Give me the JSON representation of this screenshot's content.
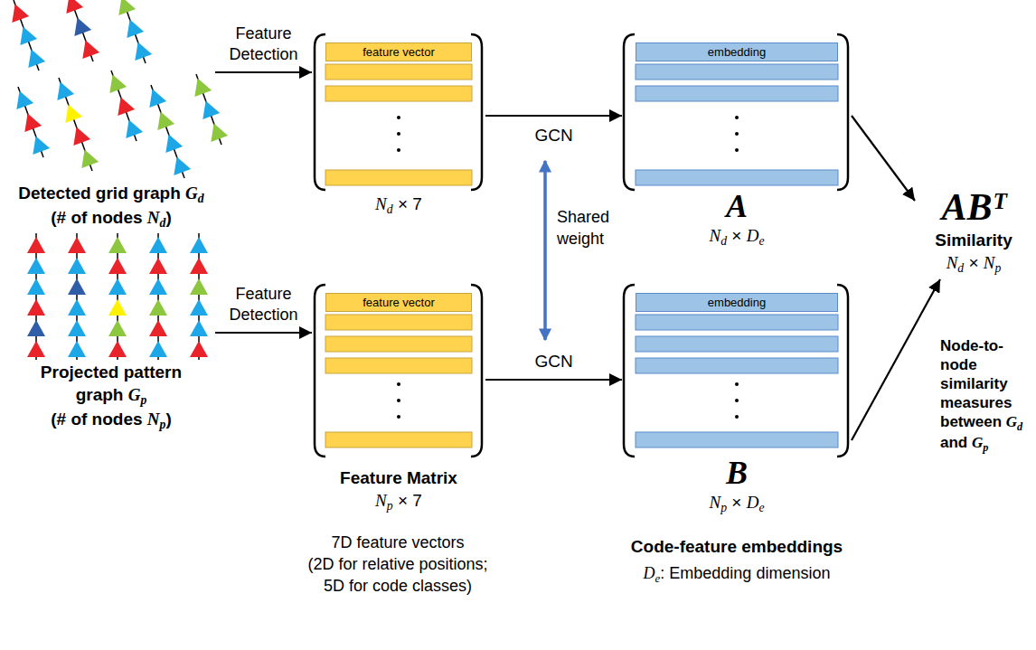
{
  "diagram": {
    "nodes": [
      {
        "text": [
          "Detected grid graph Gd (# of nodes Nd)"
        ]
      },
      {
        "text": [
          "Projected pattern graph Gp (# of nodes Np)"
        ]
      },
      {
        "text": [
          "Nd × 7"
        ]
      },
      {
        "text": [
          "feature vector"
        ],
        "in": 2
      },
      {
        "text": [
          "Feature Matrix",
          "Np × 7"
        ]
      },
      {
        "text": [
          "feature vector"
        ],
        "in": 4
      },
      {
        "text": [
          "A",
          "Nd × De"
        ]
      },
      {
        "text": [
          "embedding"
        ],
        "in": 6
      },
      {
        "text": [
          "B",
          "Np × De"
        ]
      },
      {
        "text": [
          "embedding"
        ],
        "in": 8
      },
      {
        "text": [
          "ABᵀ",
          "Similarity",
          "Nd × Np"
        ]
      }
    ],
    "edges": [
      {
        "from": 0,
        "to": 2,
        "arrow": "to",
        "label": "Feature Detection"
      },
      {
        "from": 1,
        "to": 4,
        "arrow": "to",
        "label": "Feature Detection"
      },
      {
        "from": 2,
        "to": 6,
        "arrow": "to",
        "label": "GCN"
      },
      {
        "from": 4,
        "to": 8,
        "arrow": "to",
        "label": "GCN"
      },
      {
        "from": 6,
        "to": 10,
        "arrow": "to"
      },
      {
        "from": 8,
        "to": 10,
        "arrow": "to"
      }
    ],
    "labels": [
      "Shared weight",
      "7D feature vectors (2D for relative positions; 5D for code classes)",
      "Code-feature embeddings",
      "De: Embedding dimension",
      "Node-to-node similarity measures between Gd and Gp"
    ]
  }
}
